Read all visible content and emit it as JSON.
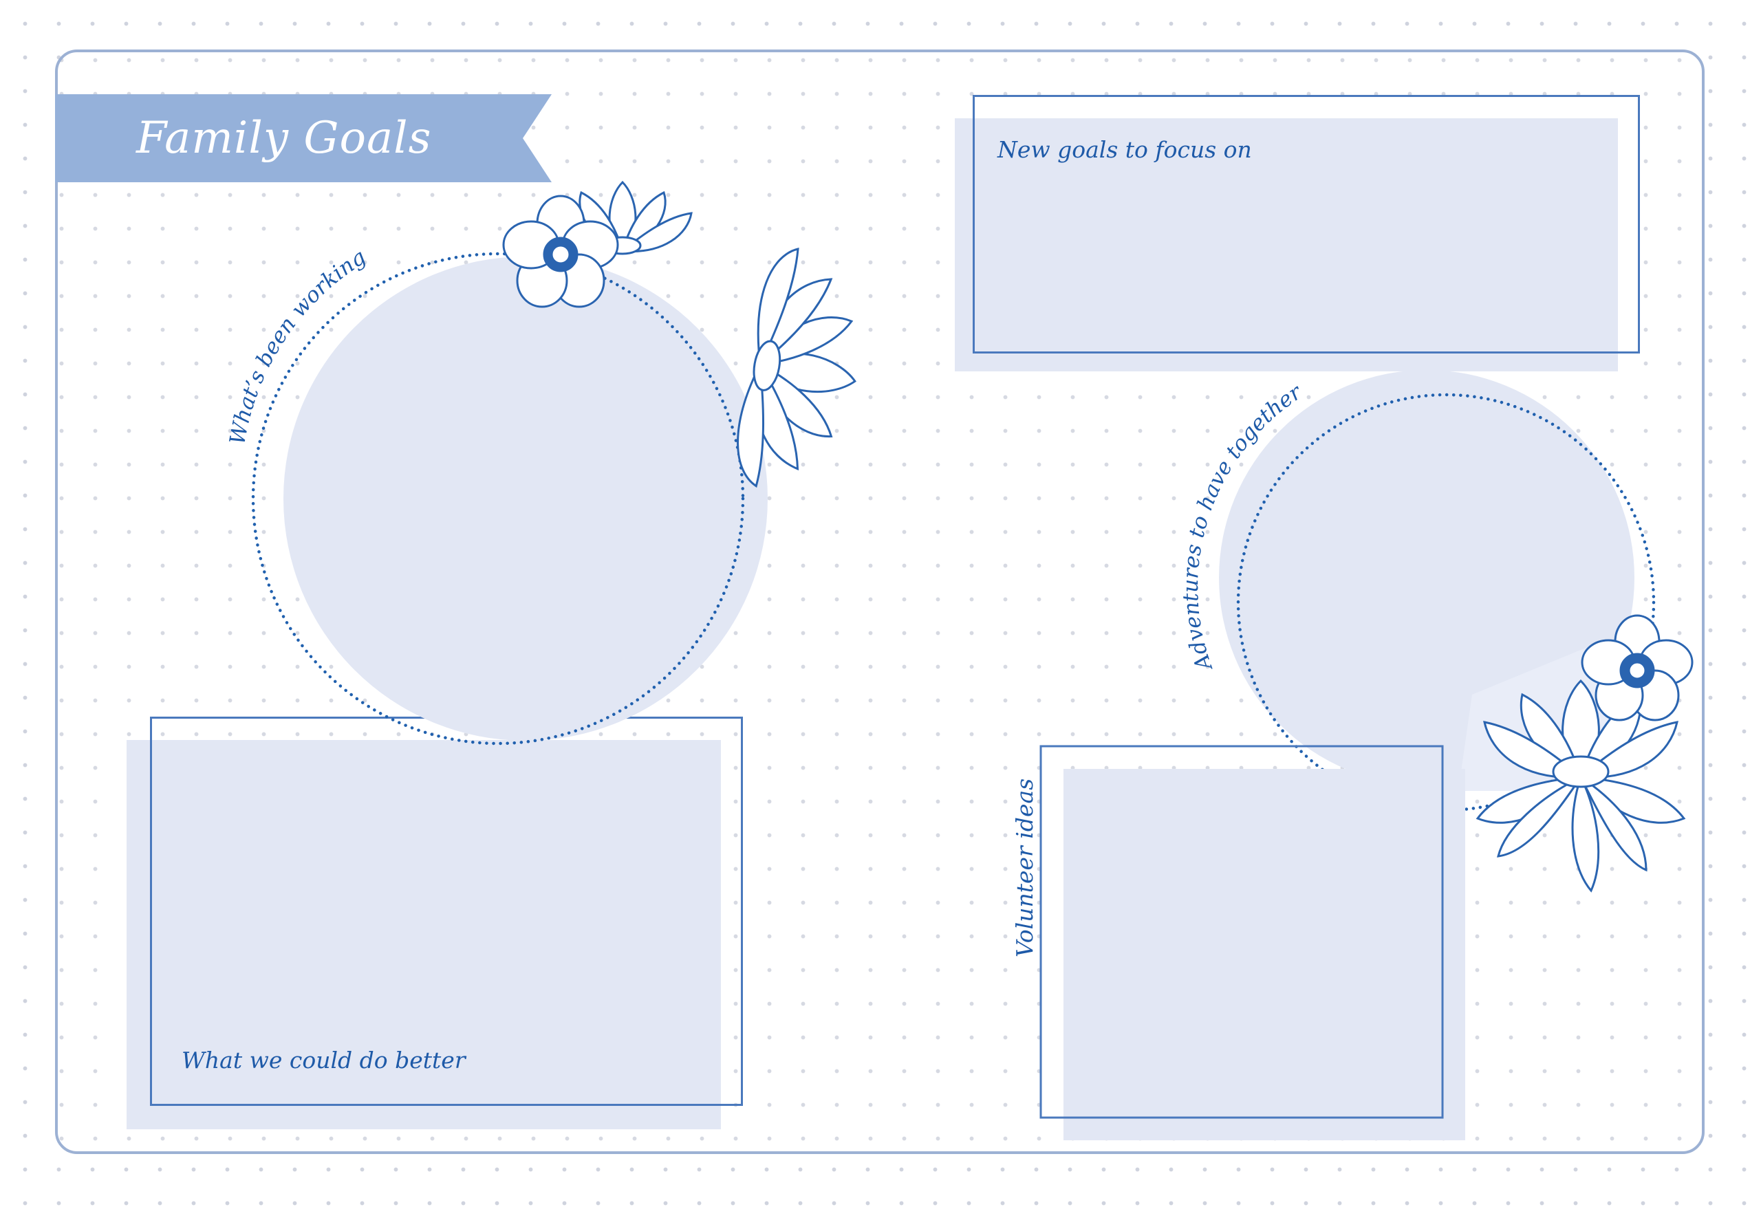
{
  "title": "Family Goals",
  "sections": {
    "working": "What’s been working",
    "better": "What we could do better",
    "new_goals": "New goals to focus on",
    "adventures": "Adventures to have together",
    "volunteer": "Volunteer ideas"
  },
  "colors": {
    "banner": "#95b1da",
    "fill": "#e2e7f4",
    "frame": "#4a79bd",
    "text": "#1e5aa8",
    "border": "#9cb1d4"
  },
  "decorations": [
    "flower-cluster-top",
    "flower-cluster-right"
  ]
}
